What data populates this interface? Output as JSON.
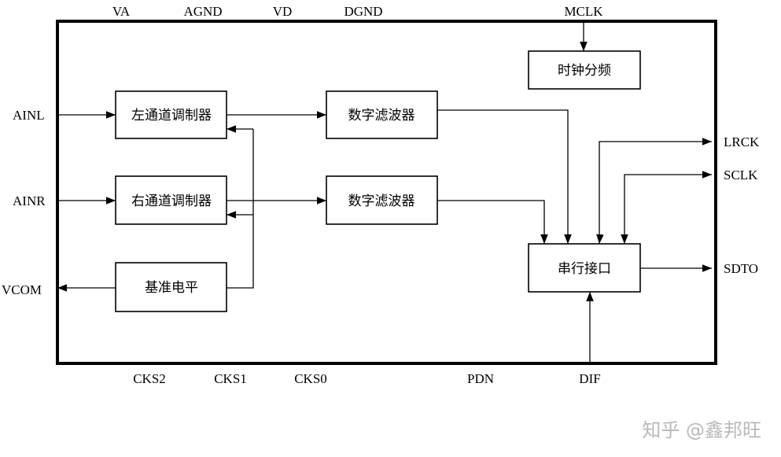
{
  "pins": {
    "top": [
      "VA",
      "AGND",
      "VD",
      "DGND",
      "MCLK"
    ],
    "left": [
      "AINL",
      "AINR",
      "VCOM"
    ],
    "right": [
      "LRCK",
      "SCLK",
      "SDTO"
    ],
    "bottom": [
      "CKS2",
      "CKS1",
      "CKS0",
      "PDN",
      "DIF"
    ]
  },
  "blocks": {
    "clock_divider": "时钟分频",
    "left_modulator": "左通道调制器",
    "right_modulator": "右通道调制器",
    "filter_top": "数字滤波器",
    "filter_bottom": "数字滤波器",
    "vref": "基准电平",
    "serial_interface": "串行接口"
  },
  "watermark": "知乎 @鑫邦旺"
}
